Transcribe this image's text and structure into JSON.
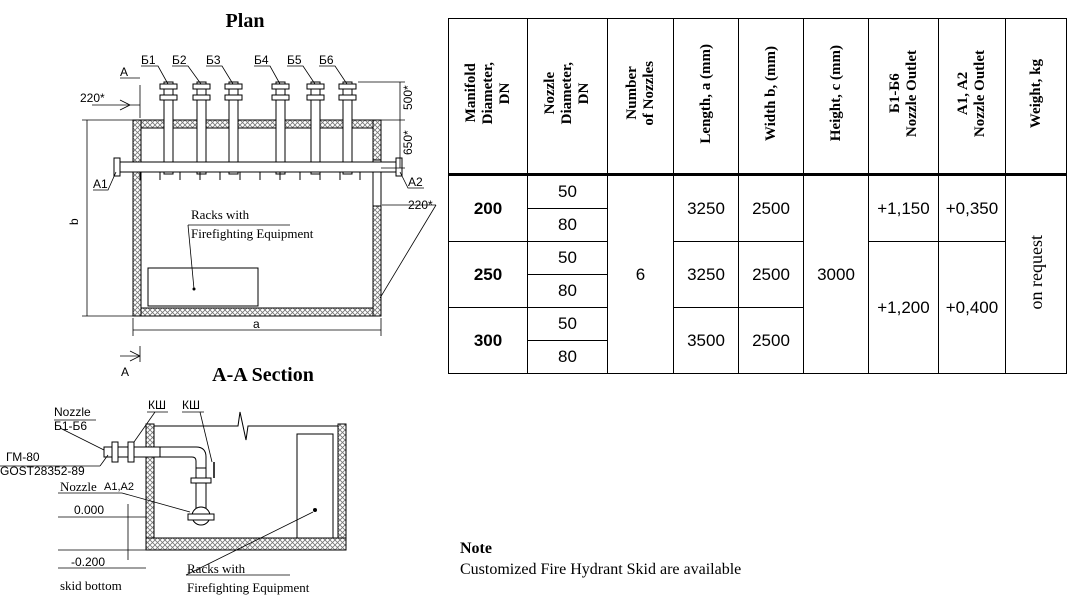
{
  "plan": {
    "title": "Plan",
    "section_marks": [
      "A",
      "A"
    ],
    "outlets_b": [
      "Б1",
      "Б2",
      "Б3",
      "Б4",
      "Б5",
      "Б6"
    ],
    "outlet_a1": "A1",
    "outlet_a2": "A2",
    "dim_220_left": "220*",
    "dim_220_right": "220*",
    "dim_500": "500*",
    "dim_650": "650*",
    "dim_b": "b",
    "dim_a": "a",
    "racks_label_1": "Racks with",
    "racks_label_2": "Firefighting Equipment"
  },
  "section": {
    "title": "A-A Section",
    "nozzle_b_label": "Nozzle",
    "nozzle_b_range": "Б1-Б6",
    "ksh_1": "КШ",
    "ksh_2": "КШ",
    "gm_label": "ГМ-80",
    "gost_label": "GOST28352-89",
    "nozzle_a_label": "Nozzle",
    "nozzle_a_range": "A1,A2",
    "level_zero": "0.000",
    "level_bottom": "-0.200",
    "skid_bottom": "skid bottom",
    "racks_label_1": "Racks with",
    "racks_label_2": "Firefighting Equipment"
  },
  "table": {
    "headers": [
      "Manifold\nDiameter,\nDN",
      "Nozzle\nDiameter,\nDN",
      "Number\nof Nozzles",
      "Length, a (mm)",
      "Width b, (mm)",
      "Height, c (mm)",
      "Б1-Б6\nNozzle Outlet",
      "A1, A2\nNozzle Outlet",
      "Weight, kg"
    ],
    "groups": [
      {
        "manifold": "200",
        "nozzles": [
          "50",
          "80"
        ],
        "length": "3250",
        "width": "2500"
      },
      {
        "manifold": "250",
        "nozzles": [
          "50",
          "80"
        ],
        "length": "3250",
        "width": "2500"
      },
      {
        "manifold": "300",
        "nozzles": [
          "50",
          "80"
        ],
        "length": "3500",
        "width": "2500"
      }
    ],
    "number_of_nozzles": "6",
    "height": "3000",
    "outlet_b_1": "+1,150",
    "outlet_a_1": "+0,350",
    "outlet_b_2": "+1,200",
    "outlet_a_2": "+0,400",
    "weight": "on request"
  },
  "note": {
    "title": "Note",
    "text": "Customized Fire Hydrant Skid are available"
  }
}
